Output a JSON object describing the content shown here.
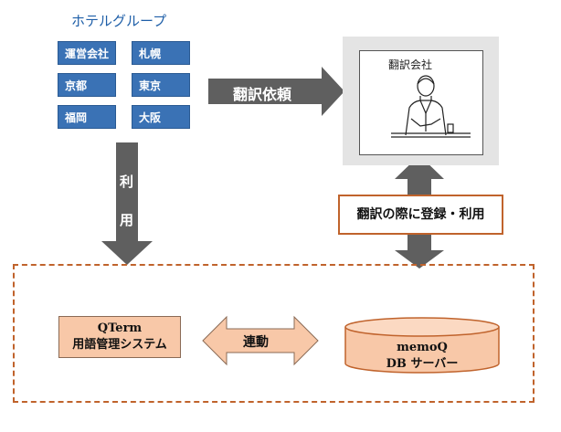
{
  "hotel_group": {
    "title": "ホテルグループ",
    "branches": [
      "運営会社",
      "札幌",
      "京都",
      "東京",
      "福岡",
      "大阪"
    ]
  },
  "arrows": {
    "translation_request": "翻訳依頼",
    "use_char1": "利",
    "use_char2": "用",
    "register_use": "翻訳の際に登録・利用",
    "link": "連動"
  },
  "translation_company": {
    "label": "翻訳会社"
  },
  "qterm": {
    "name": "QTerm",
    "desc": "用語管理システム"
  },
  "memoq": {
    "name": "memoQ",
    "desc": "DB サーバー"
  },
  "colors": {
    "branch_blue": "#3a72b5",
    "arrow_gray": "#5f5f5f",
    "orange_border": "#c0632c",
    "peach_fill": "#f8c8a8",
    "title_blue": "#1f5fa8"
  }
}
